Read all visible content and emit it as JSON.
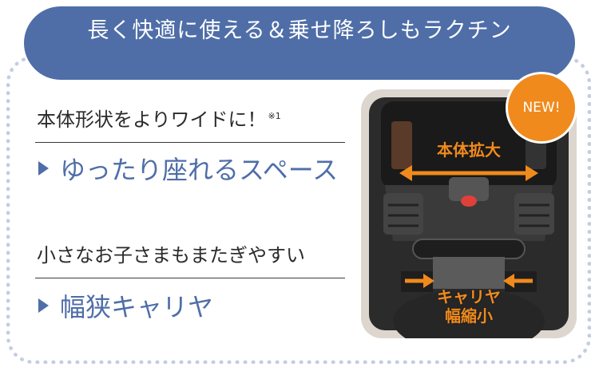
{
  "banner": {
    "title": "長く快適に使える＆乗せ降ろしもラクチン"
  },
  "section1": {
    "note": "本体形状をよりワイドに！",
    "note_mark": "※1",
    "feature": "ゆったり座れるスペース"
  },
  "section2": {
    "note": "小さなお子さまもまたぎやすい",
    "feature": "幅狭キャリヤ"
  },
  "photo": {
    "label_top": "本体拡大",
    "label_bottom_line1": "キャリヤ",
    "label_bottom_line2": "幅縮小",
    "badge": "NEW!"
  },
  "colors": {
    "brand_blue": "#4f6ea8",
    "accent_orange": "#f08a1c",
    "dotted_border": "#c3cde3"
  },
  "icons": [
    "triangle-bullet-icon",
    "double-arrow-icon"
  ]
}
